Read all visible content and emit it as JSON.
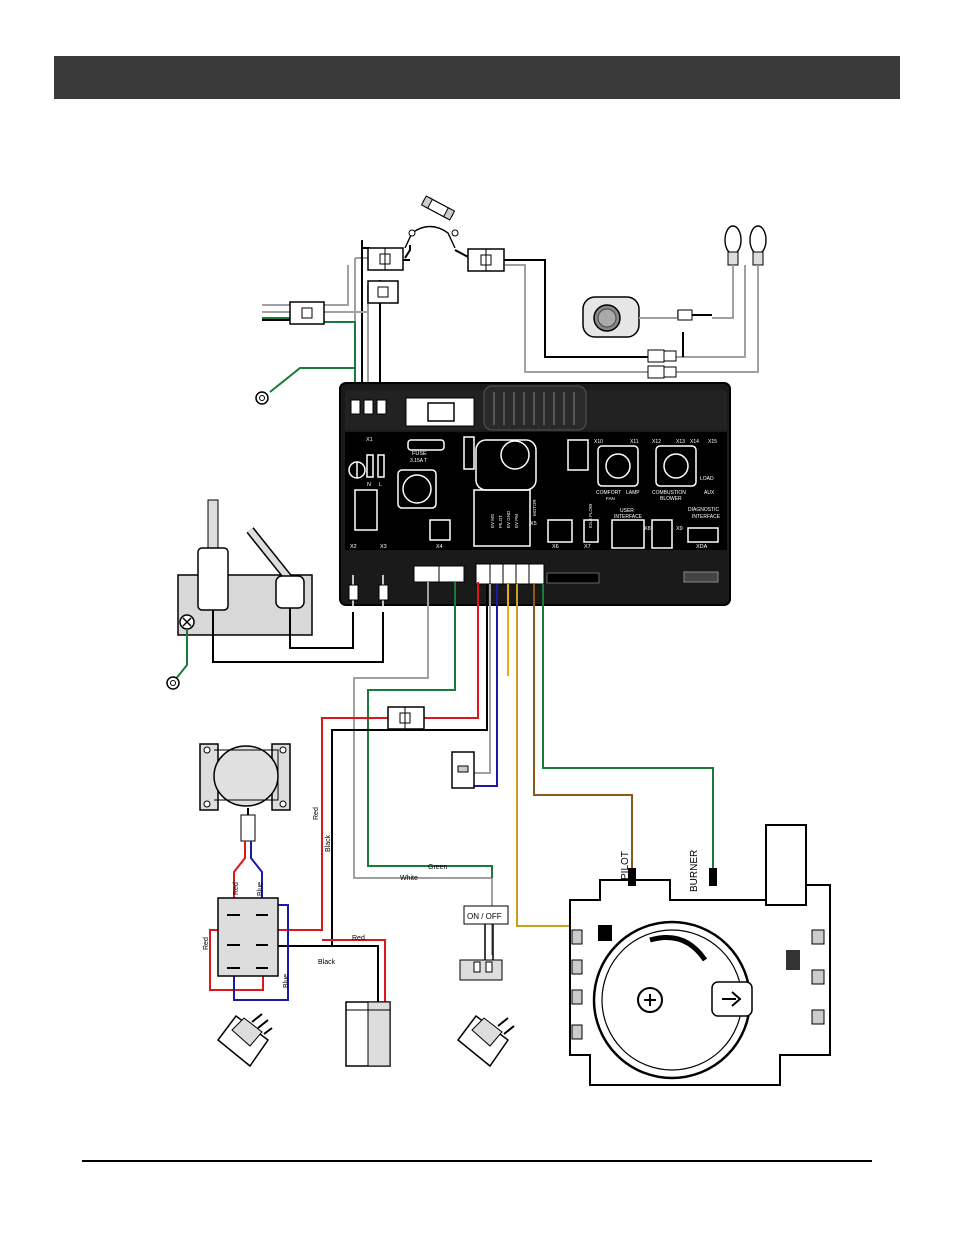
{
  "board": {
    "fuse_label": "FUSE",
    "fuse_rating": "3.15A T",
    "x1_label": "X1",
    "n_label": "N",
    "l_label": "L",
    "x2_label": "X2",
    "x3_label": "X3",
    "x4_label": "X4",
    "x5_label": "X5",
    "x6_label": "X6",
    "x7_label": "X7",
    "x8_label": "X8",
    "x9_label": "X9",
    "x10_label": "X10",
    "x11_label": "X11",
    "x12_label": "X12",
    "x13_label": "X13",
    "x14_label": "X14",
    "x15_label": "X15",
    "xda_label": "XDA",
    "comfort_label": "COMFORT",
    "fan_label": "FAN",
    "lamp_label": "LAMP",
    "combustion_label": "COMBUSTION",
    "blower_label": "BLOWER",
    "load_label": "LOAD",
    "aux_label": "AUX",
    "user_label": "USER",
    "interface_label": "INTERFACE",
    "diagnostic_label": "DIAGNOSTIC",
    "diagnostic_interface_label": "INTERFACE",
    "motor_label": "MOTOR",
    "idle_flow_label": "IDLE FLOW",
    "ev_pm_label": "EV PM",
    "ev_gnd_label": "EV GND",
    "ev_pilot_label": "PILOT",
    "ev_ms_label": "EV MS"
  },
  "wires": {
    "red_1": "Red",
    "black_1": "Black",
    "red_2": "Red",
    "blue_1": "Blue",
    "red_3": "Red",
    "blue_2": "Blue",
    "red_4": "Red",
    "black_2": "Black",
    "green": "Green",
    "white": "White"
  },
  "switch": {
    "label": "ON / OFF"
  },
  "valve": {
    "pilot_label": "PILOT",
    "burner_label": "BURNER"
  },
  "colors": {
    "header": "#3a3a3a",
    "red": "#e0141b",
    "blue": "#1a1aa8",
    "green": "#1a7a3a",
    "grey": "#a0a0a0",
    "yellow": "#e8b000",
    "brown": "#8a5a1a"
  }
}
